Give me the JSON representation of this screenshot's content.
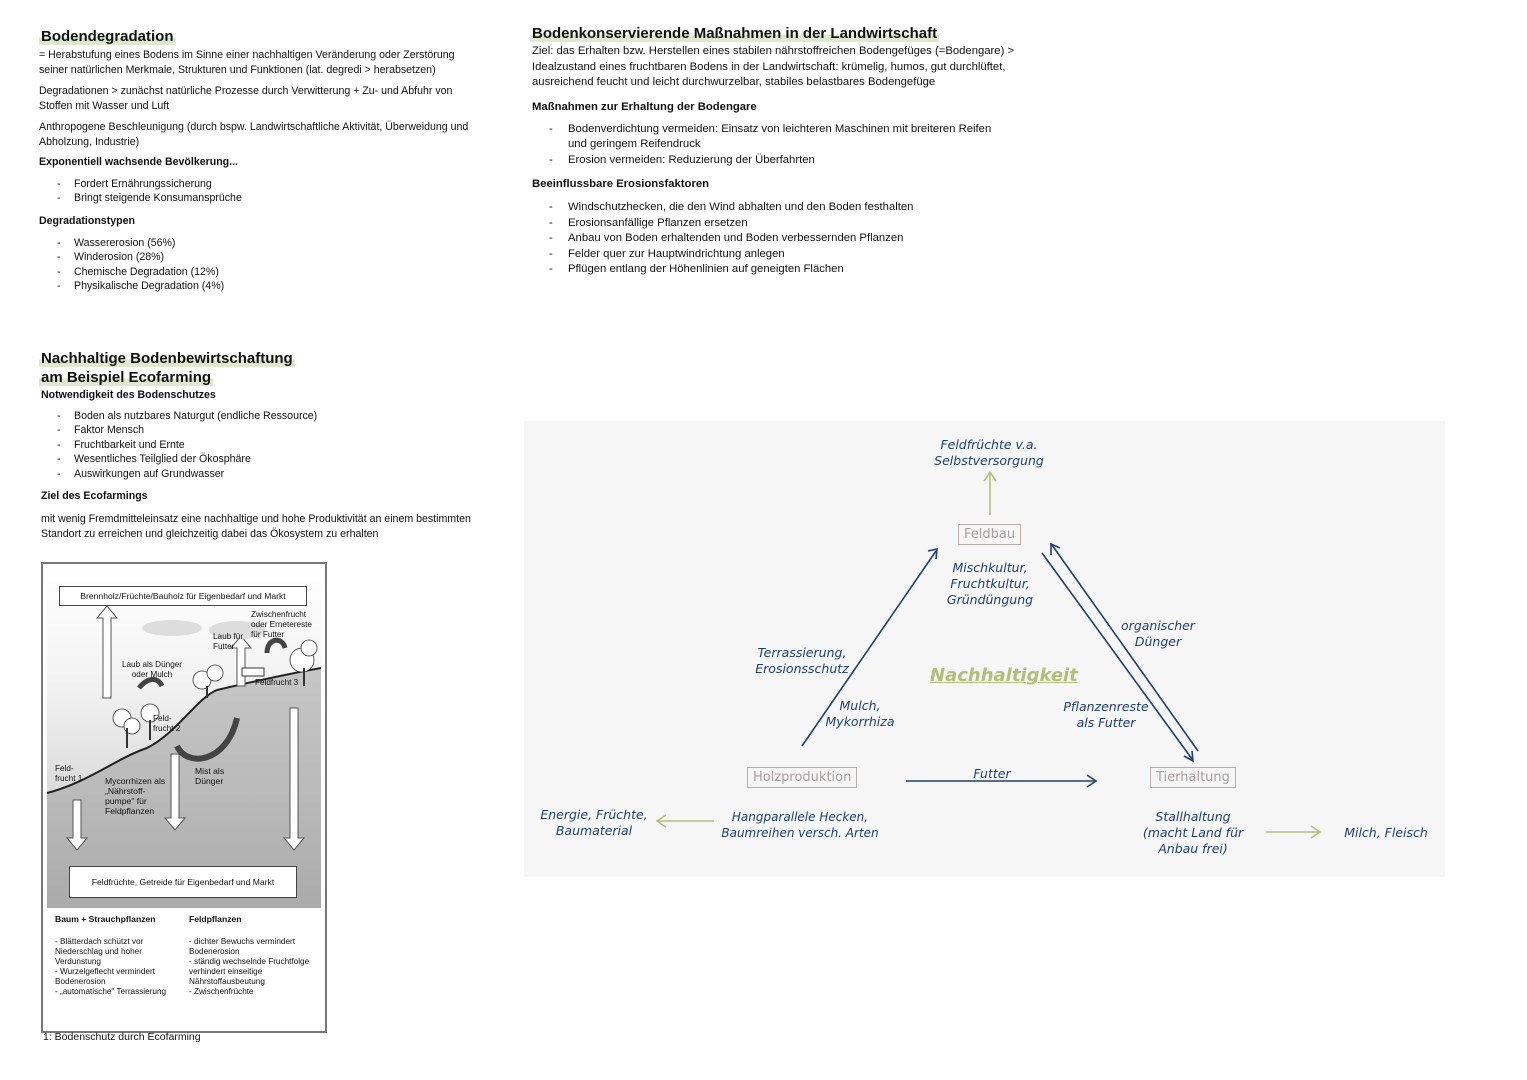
{
  "left": {
    "degradation": {
      "title": "Bodendegradation",
      "p1": "= Herabstufung eines Bodens im Sinne einer nachhaltigen Veränderung oder Zerstörung seiner natürlichen Merkmale, Strukturen und Funktionen (lat. degredi > herabsetzen)",
      "p2": "Degradationen > zunächst natürliche Prozesse durch Verwitterung + Zu- und Abfuhr von Stoffen mit Wasser und Luft",
      "p3": "Anthropogene Beschleunigung (durch bspw. Landwirtschaftliche Aktivität, Überweidung und Abholzung, Industrie)",
      "sub1": "Exponentiell wachsende Bevölkerung...",
      "list1": [
        "Fordert Ernährungssicherung",
        "Bringt steigende Konsumansprüche"
      ],
      "sub2": "Degradationstypen",
      "list2": [
        "Wassererosion (56%)",
        "Winderosion (28%)",
        "Chemische Degradation (12%)",
        "Physikalische Degradation (4%)"
      ]
    },
    "eco": {
      "title1": "Nachhaltige Bodenbewirtschaftung",
      "title2": "am Beispiel Ecofarming",
      "sub1": "Notwendigkeit des Bodenschutzes",
      "list1": [
        "Boden als nutzbares Naturgut (endliche Ressource)",
        "Faktor Mensch",
        "Fruchtbarkeit und Ernte",
        "Wesentliches Teilglied der Ökosphäre",
        "Auswirkungen auf Grundwasser"
      ],
      "sub2": "Ziel des Ecofarmings",
      "p1": "mit wenig Fremdmitteleinsatz eine nachhaltige und hohe Produktivität an einem bestimmten Standort zu erreichen und gleichzeitig dabei das Ökosystem zu erhalten"
    },
    "figure": {
      "top_box": "Brennholz/Früchte/Bauholz für Eigenbedarf und Markt",
      "bottom_box": "Feldfrüchte, Getreide für Eigenbedarf und Markt",
      "labels": {
        "zwischenfrucht": "Zwischenfrucht oder Ernetereste für Futter",
        "laub_futter": "Laub für Futter",
        "laub_duenger": "Laub als Dünger oder Mulch",
        "feldfrucht3": "Feldfrucht 3",
        "feldfrucht2": "Feld- frucht 2",
        "feldfrucht1": "Feld- frucht 1",
        "mist": "Mist als Dünger",
        "mycorrhizen": "Mycorrhizen als „Nährstoff- pumpe\" für Feldpflanzen"
      },
      "col1_head": "Baum + Strauchpflanzen",
      "col1": [
        "- Blätterdach schützt vor Niederschlag und hoher Verdunstung",
        "- Wurzelgeflecht vermindert Bodenerosion",
        "- „automatische\" Terrassierung"
      ],
      "col2_head": "Feldpflanzen",
      "col2": [
        "- dichter Bewuchs vermindert Bodenerosion",
        "- ständig wechselnde Fruchtfolge verhindert einseitige Nährstoffausbeutung",
        "- Zwischenfrüchte"
      ],
      "caption": "1: Bodenschutz durch Ecofarming"
    }
  },
  "right": {
    "title": "Bodenkonservierende Maßnahmen in der Landwirtschaft",
    "p1": "Ziel: das Erhalten bzw. Herstellen eines stabilen nährstoffreichen Bodengefüges (=Bodengare) > Idealzustand eines fruchtbaren Bodens in der Landwirtschaft: krümelig, humos, gut durchlüftet, ausreichend feucht und leicht durchwurzelbar, stabiles belastbares Bodengefüge",
    "sub1": "Maßnahmen zur Erhaltung der Bodengare",
    "list1": [
      "Bodenverdichtung vermeiden: Einsatz von leichteren Maschinen mit breiteren Reifen und geringem Reifendruck",
      "Erosion vermeiden: Reduzierung der Überfahrten"
    ],
    "sub2": "Beeinflussbare Erosionsfaktoren",
    "list2": [
      "Windschutzhecken, die den Wind abhalten und den Boden festhalten",
      "Erosionsanfällige Pflanzen ersetzen",
      "Anbau von Boden erhaltenden und Boden verbessernden Pflanzen",
      "Felder quer zur Hauptwindrichtung anlegen",
      "Pflügen entlang der Höhenlinien auf geneigten Flächen"
    ]
  },
  "diagram": {
    "top_out": "Feldfrüchte v.a. Selbstversorgung",
    "feldbau": "Feldbau",
    "feldbau_text": "Mischkultur, Fruchtkultur, Gründüngung",
    "center": "Nachhaltigkeit",
    "terrassierung": "Terrassierung, Erosionsschutz",
    "mulch": "Mulch, Mykorrhiza",
    "organisch": "organischer Dünger",
    "pflanzenreste": "Pflanzenreste als Futter",
    "holz": "Holzproduktion",
    "tier": "Tierhaltung",
    "futter": "Futter",
    "energie": "Energie, Früchte, Baumaterial",
    "hecken": "Hangparallele Hecken, Baumreihen versch. Arten",
    "stall": "Stallhaltung (macht Land für Anbau frei)",
    "milch": "Milch, Fleisch",
    "colors": {
      "ink": "#1e3f73",
      "green": "#b3bf79",
      "box": "#b8aeac"
    }
  }
}
